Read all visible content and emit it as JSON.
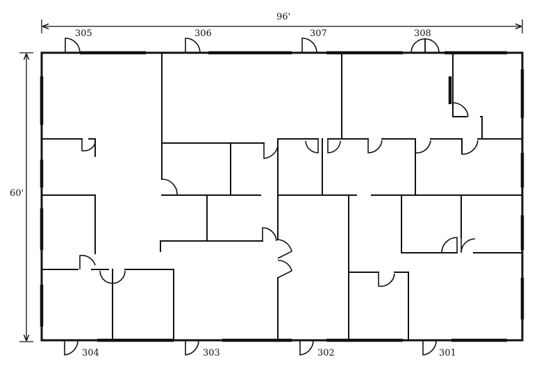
{
  "dimensions": {
    "width_label": "96'",
    "height_label": "60'"
  },
  "suite_labels": {
    "s305": "305",
    "s306": "306",
    "s307": "307",
    "s308": "308",
    "s304": "304",
    "s303": "303",
    "s302": "302",
    "s301": "301"
  }
}
